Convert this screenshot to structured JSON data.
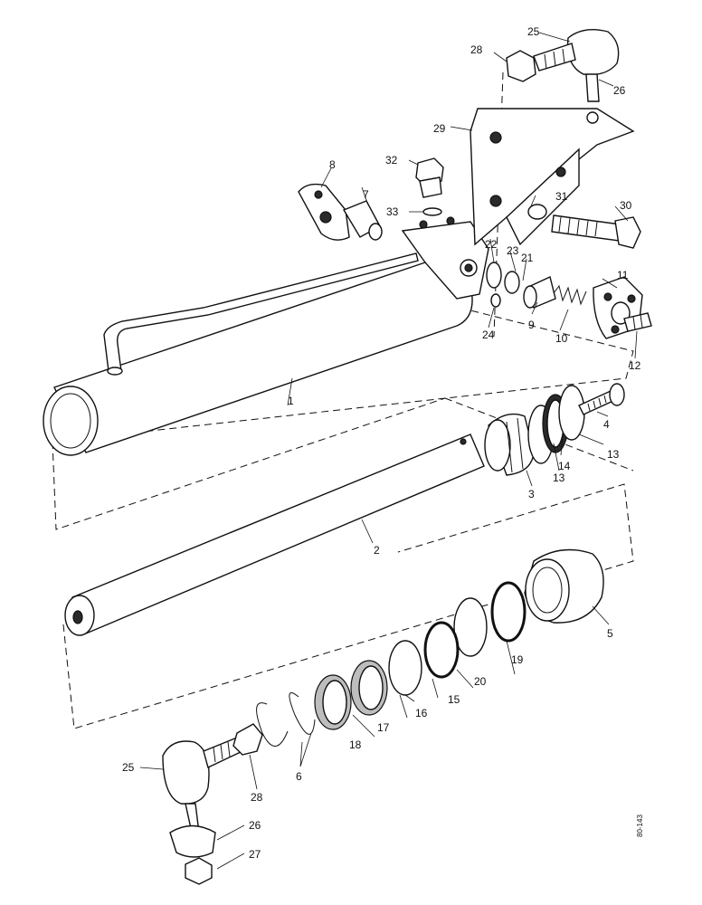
{
  "diagram": {
    "parts": [
      {
        "id": "p1",
        "label": "1"
      },
      {
        "id": "p2",
        "label": "2"
      },
      {
        "id": "p3",
        "label": "3"
      },
      {
        "id": "p4",
        "label": "4"
      },
      {
        "id": "p5",
        "label": "5"
      },
      {
        "id": "p6a",
        "label": "6"
      },
      {
        "id": "p7",
        "label": "7"
      },
      {
        "id": "p8",
        "label": "8"
      },
      {
        "id": "p9",
        "label": "9"
      },
      {
        "id": "p10",
        "label": "10"
      },
      {
        "id": "p11",
        "label": "11"
      },
      {
        "id": "p12",
        "label": "12"
      },
      {
        "id": "p13a",
        "label": "13"
      },
      {
        "id": "p13b",
        "label": "13"
      },
      {
        "id": "p14",
        "label": "14"
      },
      {
        "id": "p15",
        "label": "15"
      },
      {
        "id": "p16",
        "label": "16"
      },
      {
        "id": "p17",
        "label": "17"
      },
      {
        "id": "p18",
        "label": "18"
      },
      {
        "id": "p19",
        "label": "19"
      },
      {
        "id": "p20",
        "label": "20"
      },
      {
        "id": "p21",
        "label": "21"
      },
      {
        "id": "p22",
        "label": "22"
      },
      {
        "id": "p23",
        "label": "23"
      },
      {
        "id": "p24",
        "label": "24"
      },
      {
        "id": "p25a",
        "label": "25"
      },
      {
        "id": "p25b",
        "label": "25"
      },
      {
        "id": "p26a",
        "label": "26"
      },
      {
        "id": "p26b",
        "label": "26"
      },
      {
        "id": "p27",
        "label": "27"
      },
      {
        "id": "p28a",
        "label": "28"
      },
      {
        "id": "p28b",
        "label": "28"
      },
      {
        "id": "p29",
        "label": "29"
      },
      {
        "id": "p30",
        "label": "30"
      },
      {
        "id": "p31",
        "label": "31"
      },
      {
        "id": "p32",
        "label": "32"
      },
      {
        "id": "p33",
        "label": "33"
      }
    ],
    "reference_code": "80-143"
  }
}
